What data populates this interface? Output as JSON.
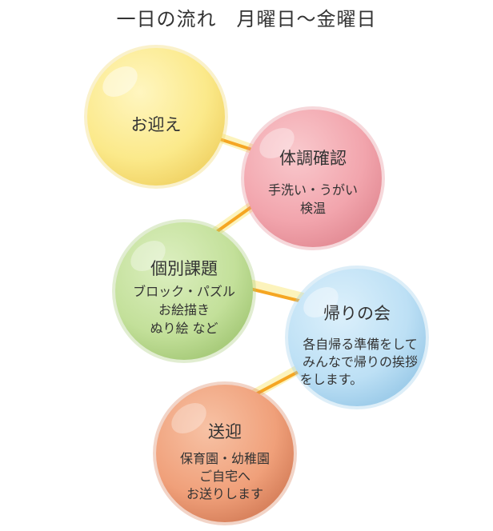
{
  "title": "一日の流れ　月曜日～金曜日",
  "steps": [
    {
      "heading": "お迎え",
      "details": [],
      "color": "#fbe98a"
    },
    {
      "heading": "体調確認",
      "details": [
        "手洗い・うがい",
        "検温"
      ],
      "color": "#f2a5ad"
    },
    {
      "heading": "個別課題",
      "details": [
        "ブロック・パズル",
        "お絵描き",
        "ぬり絵 など"
      ],
      "color": "#c3e09a"
    },
    {
      "heading": "帰りの会",
      "details": [
        "各自帰る準備をして",
        "みんなで帰りの挨拶",
        "をします。"
      ],
      "color": "#bde0f5"
    },
    {
      "heading": "送迎",
      "details": [
        "保育園・幼稚園",
        "ご自宅へ",
        "お送りします"
      ],
      "color": "#f0a07a"
    }
  ],
  "connector_color": "#f5a623"
}
